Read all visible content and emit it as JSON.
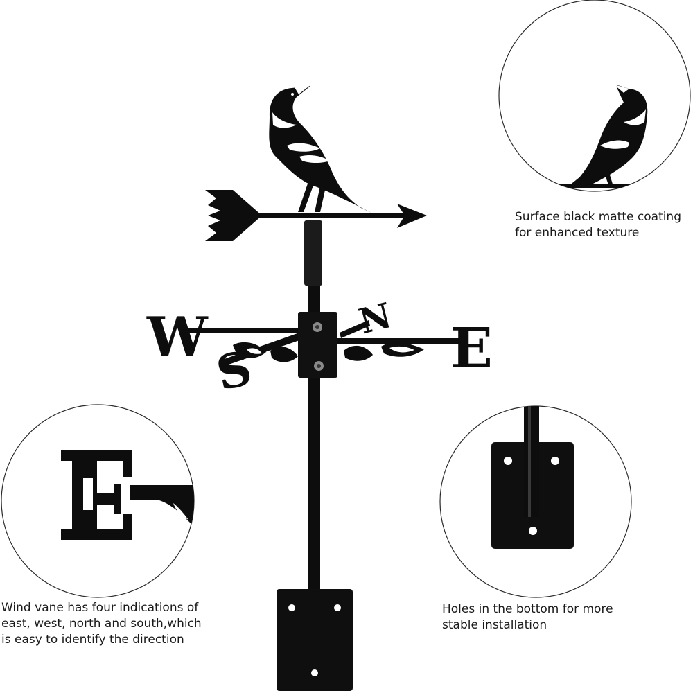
{
  "compass": {
    "west": "W",
    "east": "E",
    "north": "N",
    "south": "S"
  },
  "captions": {
    "coating": "Surface black matte coating\n for enhanced texture",
    "directions": "Wind vane has four indications of\neast, west, north and south,which\nis easy to identify the direction",
    "holes": "Holes in the bottom for more\n stable installation"
  },
  "colors": {
    "metal": "#0d0d0d",
    "background": "#ffffff",
    "circle_outline": "#2a2a2a",
    "text": "#1a1a1a"
  }
}
